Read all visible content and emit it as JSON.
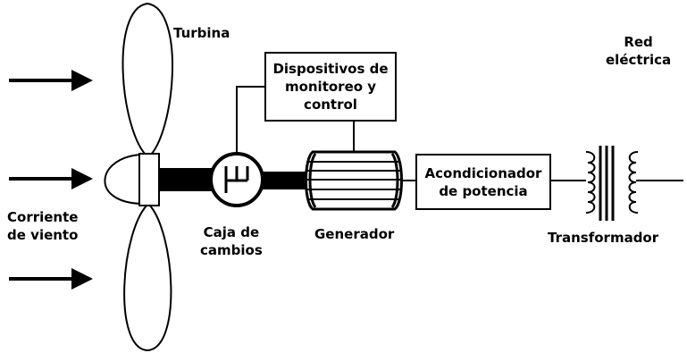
{
  "labels": {
    "turbine": "Turbina",
    "wind_current_line1": "Corriente",
    "wind_current_line2": "de viento",
    "gearbox_line1": "Caja de",
    "gearbox_line2": "cambios",
    "generator": "Generador",
    "monitoring_line1": "Dispositivos de",
    "monitoring_line2": "monitoreo y",
    "monitoring_line3": "control",
    "conditioner_line1": "Acondicionador",
    "conditioner_line2": "de potencia",
    "transformer": "Transformador",
    "grid_line1": "Red",
    "grid_line2": "eléctrica"
  },
  "colors": {
    "stroke": "#000000",
    "background": "#ffffff"
  }
}
